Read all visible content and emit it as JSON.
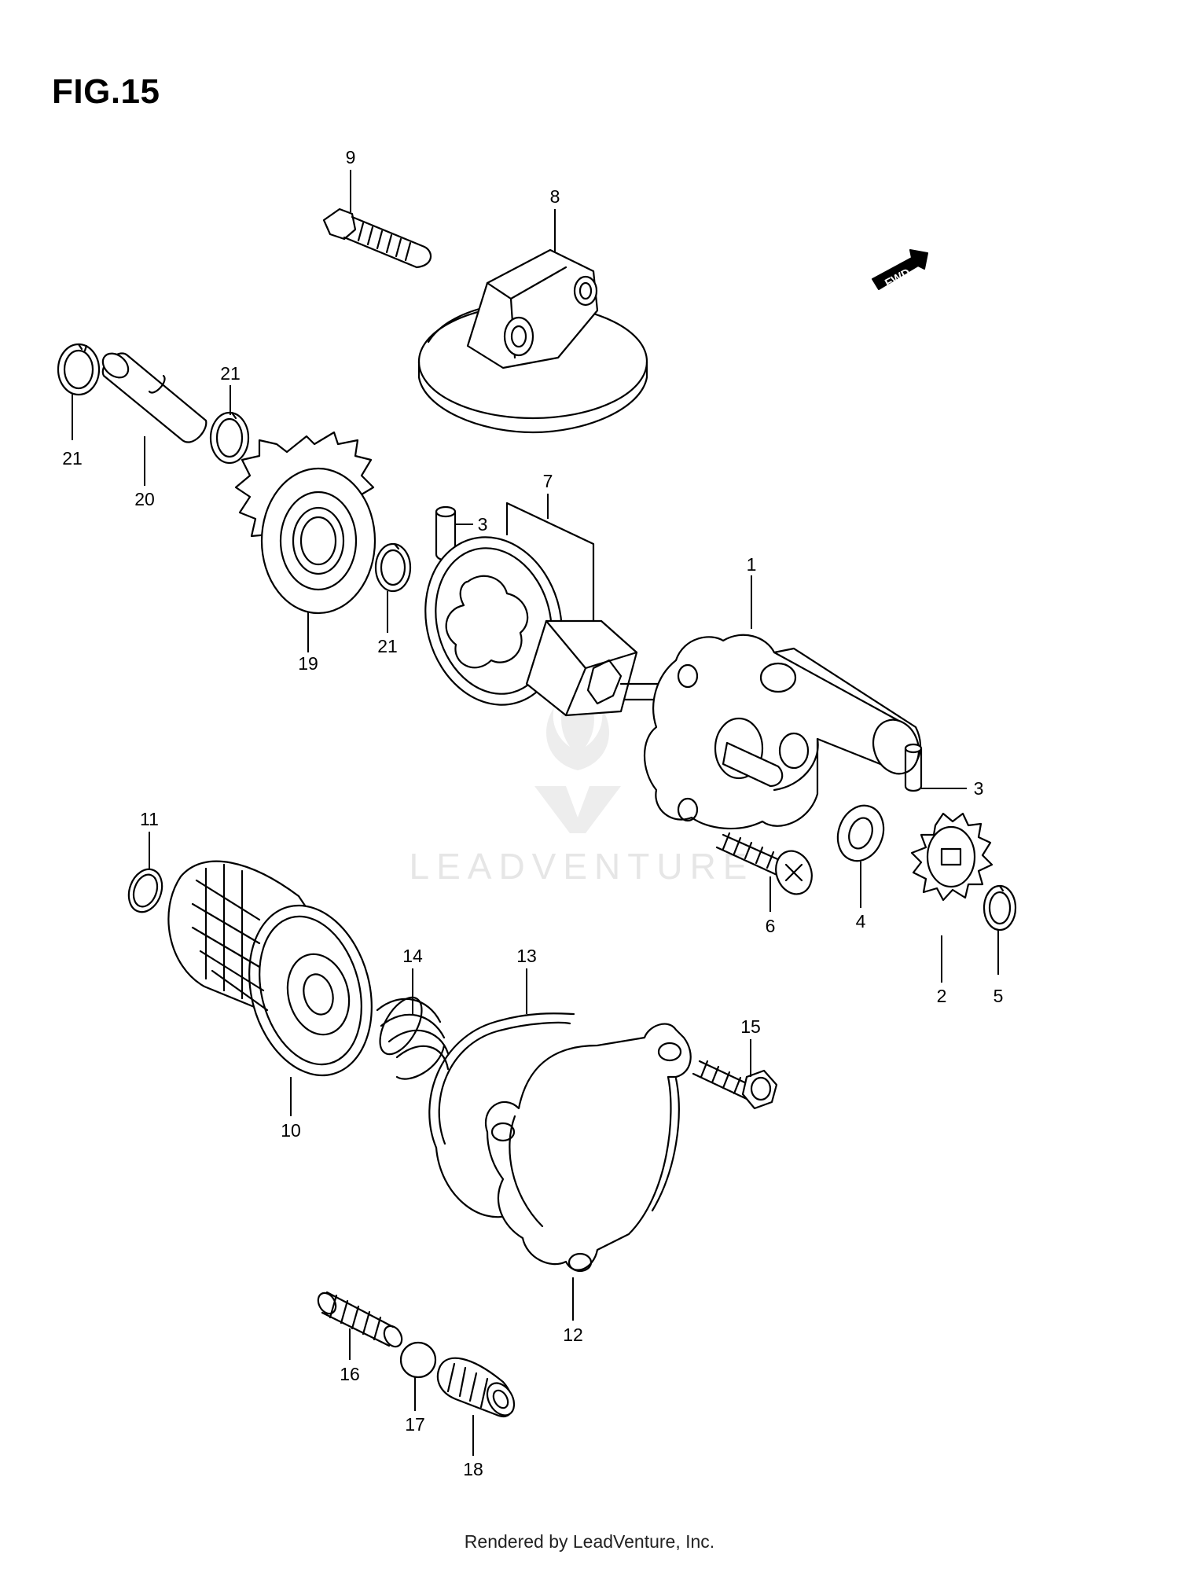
{
  "figure": {
    "title": "FIG.15"
  },
  "fwd_label": "FWD",
  "watermark": "LEADVENTURE",
  "footer": "Rendered by LeadVenture, Inc.",
  "callouts": {
    "c1": "1",
    "c2": "2",
    "c3a": "3",
    "c3b": "3",
    "c4": "4",
    "c5": "5",
    "c6": "6",
    "c7": "7",
    "c8": "8",
    "c9": "9",
    "c10": "10",
    "c11": "11",
    "c12": "12",
    "c13": "13",
    "c14": "14",
    "c15": "15",
    "c16": "16",
    "c17": "17",
    "c18": "18",
    "c19": "19",
    "c20": "20",
    "c21a": "21",
    "c21b": "21",
    "c21c": "21"
  }
}
